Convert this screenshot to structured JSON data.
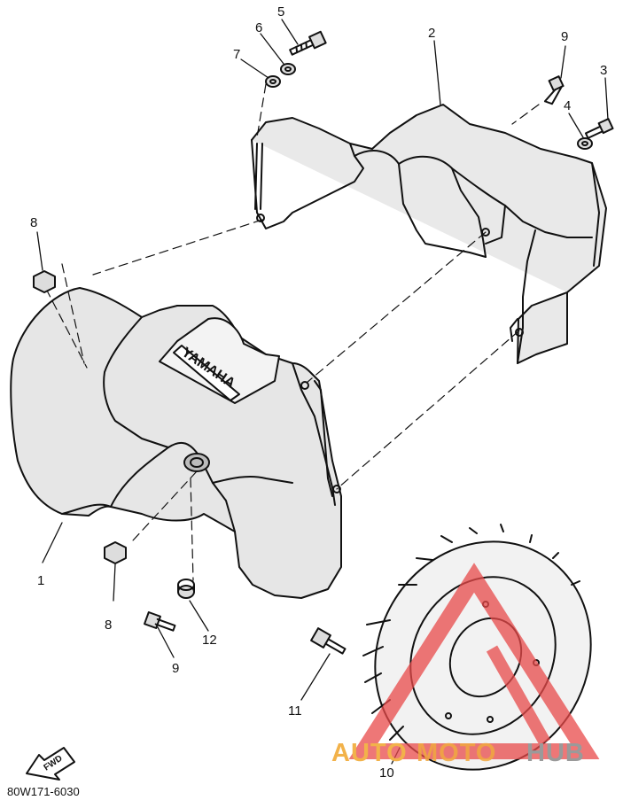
{
  "diagram": {
    "part_code": "80W171-6030",
    "fwd_label": "FWD",
    "logo_text": "YAMAHA",
    "callouts": [
      {
        "id": "c1",
        "label": "1"
      },
      {
        "id": "c2",
        "label": "2"
      },
      {
        "id": "c3",
        "label": "3"
      },
      {
        "id": "c4",
        "label": "4"
      },
      {
        "id": "c5",
        "label": "5"
      },
      {
        "id": "c6",
        "label": "6"
      },
      {
        "id": "c7",
        "label": "7"
      },
      {
        "id": "c8a",
        "label": "8"
      },
      {
        "id": "c8b",
        "label": "8"
      },
      {
        "id": "c9a",
        "label": "9"
      },
      {
        "id": "c9b",
        "label": "9"
      },
      {
        "id": "c10",
        "label": "10"
      },
      {
        "id": "c11",
        "label": "11"
      },
      {
        "id": "c12",
        "label": "12"
      }
    ]
  },
  "watermark": {
    "part1": "AUTO",
    "part2": "MOTO",
    "part3": "HUB",
    "colors": {
      "orange": "#f2b24a",
      "red": "#e84a4a",
      "gray": "#9a9a9a"
    }
  }
}
